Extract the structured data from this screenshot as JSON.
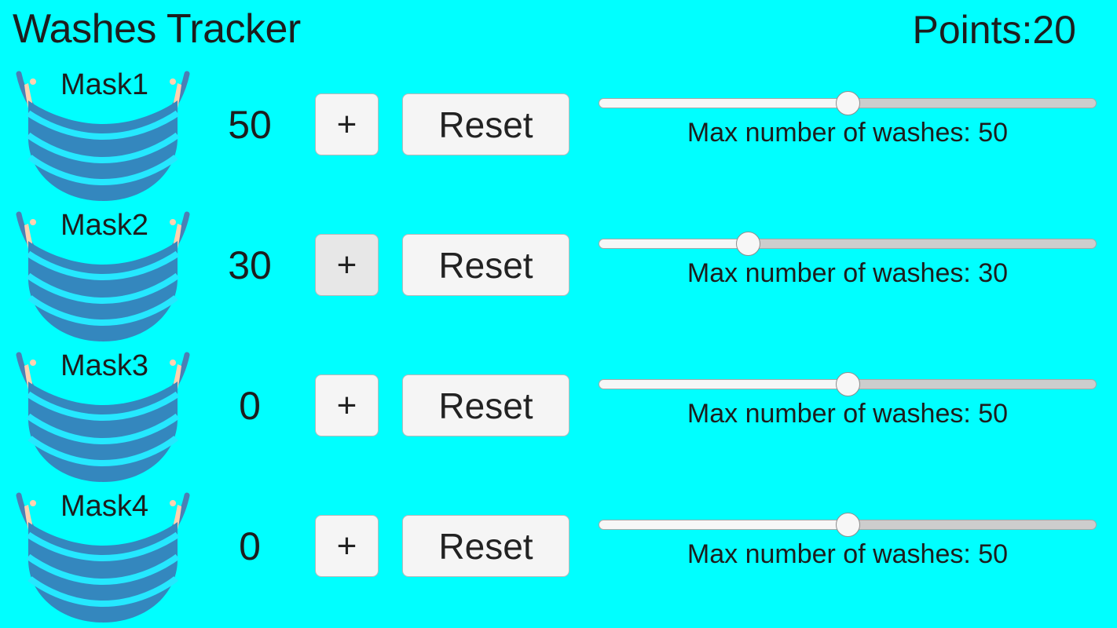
{
  "header": {
    "title": "Washes Tracker",
    "points_label": "Points:20",
    "points_value": 20
  },
  "colors": {
    "background": "#00ffff",
    "text": "#1d1d1d",
    "button_face": "#f5f5f5",
    "button_face_hover": "#e7e7e7",
    "button_border": "#b9b9b9",
    "slider_track": "#cdcdcd",
    "slider_fill": "#f7f7f7",
    "slider_thumb": "#f7f7f7",
    "mask_body": "#3487be",
    "mask_strap": "#4a7fb5",
    "mask_pleat_line": "#25e8ff",
    "mask_ear_accent": "#ffd2b0"
  },
  "common": {
    "plus_label": "+",
    "reset_label": "Reset",
    "caption_prefix": "Max number of washes:",
    "slider_min": 0,
    "slider_max": 100
  },
  "rows": [
    {
      "mask_name": "Mask1",
      "count": "50",
      "plus_label": "+",
      "plus_hovered": false,
      "reset_label": "Reset",
      "slider_value": 50,
      "slider_percent": 50,
      "caption": "Max number of washes: 50",
      "max_washes": 50
    },
    {
      "mask_name": "Mask2",
      "count": "30",
      "plus_label": "+",
      "plus_hovered": true,
      "reset_label": "Reset",
      "slider_value": 30,
      "slider_percent": 30,
      "caption": "Max number of washes: 30",
      "max_washes": 30
    },
    {
      "mask_name": "Mask3",
      "count": "0",
      "plus_label": "+",
      "plus_hovered": false,
      "reset_label": "Reset",
      "slider_value": 50,
      "slider_percent": 50,
      "caption": "Max number of washes: 50",
      "max_washes": 50
    },
    {
      "mask_name": "Mask4",
      "count": "0",
      "plus_label": "+",
      "plus_hovered": false,
      "reset_label": "Reset",
      "slider_value": 50,
      "slider_percent": 50,
      "caption": "Max number of washes: 50",
      "max_washes": 50
    }
  ],
  "icons": {
    "mask": "face-mask-icon"
  }
}
